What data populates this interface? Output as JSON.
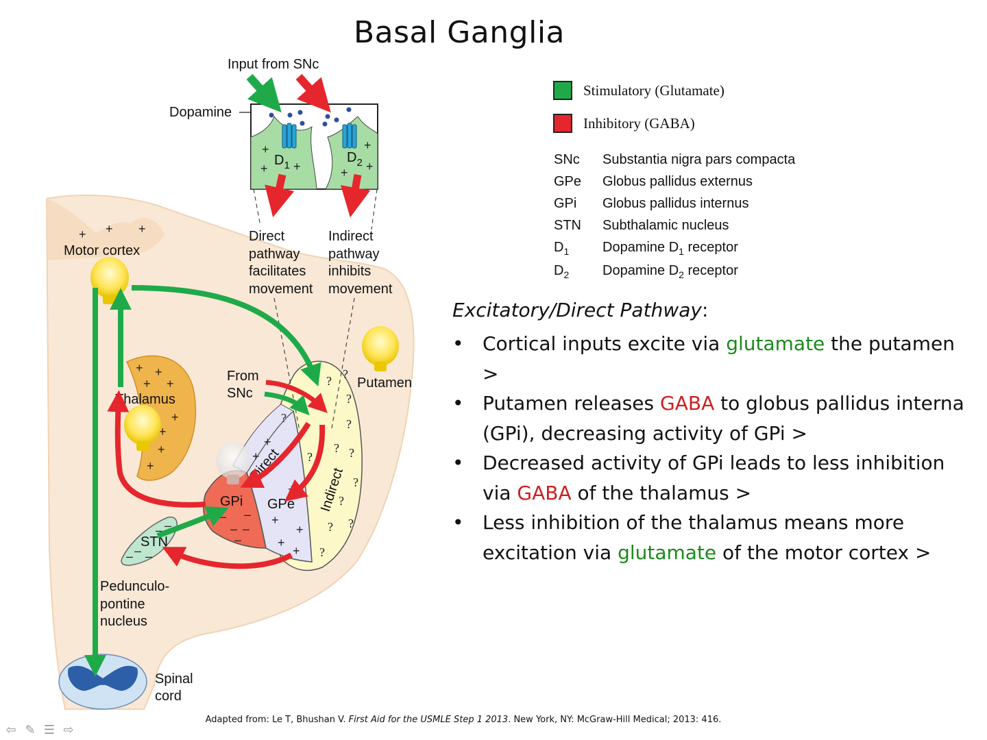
{
  "slide": {
    "title": "Basal Ganglia",
    "citation": {
      "prefix": "Adapted from: Le T, Bhushan V. ",
      "work": "First Aid for the USMLE Step 1 2013",
      "suffix": ". New York, NY: McGraw-Hill Medical; 2013: 416."
    }
  },
  "diagram": {
    "input_label": "Input from SNc",
    "dopamine_label": "Dopamine",
    "d1_letter": "D",
    "d1_sub": "1",
    "d2_letter": "D",
    "d2_sub": "2",
    "direct_note": [
      "Direct",
      "pathway",
      "facilitates",
      "movement"
    ],
    "indirect_note": [
      "Indirect",
      "pathway",
      "inhibits",
      "movement"
    ],
    "motor_cortex": "Motor cortex",
    "putamen": "Putamen",
    "from_snc": [
      "From",
      "SNc"
    ],
    "thalamus": "Thalamus",
    "direct_region": "Direct",
    "indirect_region": "Indirect",
    "gpi": "GPi",
    "gpe": "GPe",
    "stn": "STN",
    "ppn": [
      "Pedunculo-",
      "pontine",
      "nucleus"
    ],
    "spinal_cord": [
      "Spinal",
      "cord"
    ]
  },
  "legend": {
    "items": [
      {
        "label": "Stimulatory (Glutamate)",
        "color": "#1faa4a"
      },
      {
        "label": "Inhibitory (GABA)",
        "color": "#e5262d"
      }
    ],
    "abbreviations": [
      {
        "abbr": "SNc",
        "sub": "",
        "meaning": "Substantia nigra pars compacta",
        "meaning_sub": "",
        "meaning_after": ""
      },
      {
        "abbr": "GPe",
        "sub": "",
        "meaning": "Globus pallidus externus",
        "meaning_sub": "",
        "meaning_after": ""
      },
      {
        "abbr": "GPi",
        "sub": "",
        "meaning": "Globus pallidus internus",
        "meaning_sub": "",
        "meaning_after": ""
      },
      {
        "abbr": "STN",
        "sub": "",
        "meaning": "Subthalamic nucleus",
        "meaning_sub": "",
        "meaning_after": ""
      },
      {
        "abbr": "D",
        "sub": "1",
        "meaning": "Dopamine D",
        "meaning_sub": "1",
        "meaning_after": " receptor"
      },
      {
        "abbr": "D",
        "sub": "2",
        "meaning": "Dopamine D",
        "meaning_sub": "2",
        "meaning_after": " receptor"
      }
    ]
  },
  "pathway": {
    "heading": "Excitatory/Direct Pathway",
    "heading_colon": ":",
    "bullets": [
      {
        "before": "Cortical inputs excite via ",
        "highlight": "glutamate",
        "after": " the putamen >",
        "color": "#1a8a1a"
      },
      {
        "before": "Putamen releases ",
        "highlight": "GABA",
        "after": " to globus pallidus interna (GPi), decreasing activity of GPi >",
        "color": "#cc1f1f"
      },
      {
        "before": "Decreased activity of GPi leads to less inhibition via ",
        "highlight": "GABA",
        "after": " of the thalamus >",
        "color": "#cc1f1f"
      },
      {
        "before": "Less inhibition of the thalamus means more excitation via ",
        "highlight": "glutamate",
        "after": " of the motor cortex >",
        "color": "#1a8a1a"
      }
    ]
  },
  "nav": {
    "prev": "⇦",
    "pen": "✎",
    "menu": "☰",
    "next": "⇨"
  }
}
